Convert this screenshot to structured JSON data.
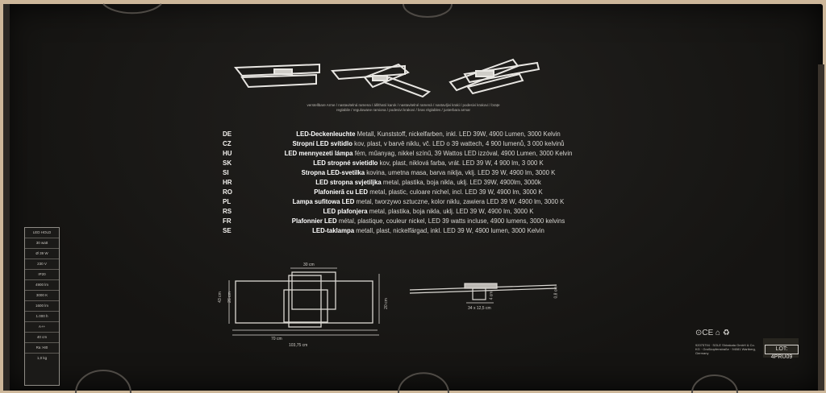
{
  "heading_caption": "verstellbare Arme / nastavitelná ramena / állítható karok / nastavitelné ramená / nastavljivi kraki / podesivi krakovi / brațe reglabile / regulowane ramiona / podesivi krakovi / bras réglables / justerbara armar",
  "languages": [
    {
      "code": "DE",
      "bold": "LED-Deckenleuchte",
      "rest": "Metall, Kunststoff, nickelfarben, inkl. LED 39W, 4900 Lumen, 3000 Kelvin"
    },
    {
      "code": "CZ",
      "bold": "Stropní LED svítidlo",
      "rest": "kov, plast, v barvě niklu, vč. LED o 39 wattech, 4 900 lumenů, 3 000 kelvinů"
    },
    {
      "code": "HU",
      "bold": "LED mennyezeti lámpa",
      "rest": "fém, műanyag, nikkel színű, 39 Wattos LED izzóval, 4900 Lumen, 3000 Kelvin"
    },
    {
      "code": "SK",
      "bold": "LED stropné svietidlo",
      "rest": "kov, plast, niklová farba, vrát. LED 39 W, 4 900 lm, 3 000 K"
    },
    {
      "code": "SI",
      "bold": "Stropna LED-svetilka",
      "rest": "kovina, umetna masa, barva niklja, vklj. LED 39 W, 4900 lm, 3000 K"
    },
    {
      "code": "HR",
      "bold": "LED stropna svjetiljka",
      "rest": "metal, plastika, boja nikla, uklj. LED 39W, 4900lm, 3000k"
    },
    {
      "code": "RO",
      "bold": "Plafonieră cu LED",
      "rest": "metal, plastic, culoare nichel, incl. LED 39 W, 4900 lm, 3000 K"
    },
    {
      "code": "PL",
      "bold": "Lampa sufitowa LED",
      "rest": "metal, tworzywo sztuczne, kolor niklu, zawiera LED 39 W, 4900 lm, 3000 K"
    },
    {
      "code": "RS",
      "bold": "LED plafonjera",
      "rest": "metal, plastika, boja nikla, uklj. LED 39 W, 4900 lm, 3000 K"
    },
    {
      "code": "FR",
      "bold": "Plafonnier LED",
      "rest": "métal, plastique, couleur nickel, LED 39 watts incluse, 4900 lumens, 3000 kelvins"
    },
    {
      "code": "SE",
      "bold": "LED-taklampa",
      "rest": "metall, plast, nickelfärgad, inkl. LED 39 W, 4900 lumen, 3000 Kelvin"
    }
  ],
  "label_panel": [
    "LED HOLD",
    "30 watt",
    "Ø 39 W",
    "230 V",
    "IP20",
    "4900 lm",
    "3000 K",
    "1600 lm",
    "1.000 h",
    "A++",
    "40 cm",
    "Ra >80",
    "1,0 kg"
  ],
  "dimensions": {
    "top_width": "30 cm",
    "height": "43 cm",
    "inner_height": "26 cm",
    "right_height": "20 cm",
    "inner_width": "70 cm",
    "total_width": "103,75 cm",
    "side_height": "4 cm",
    "side_depth": "34 x 12,5 cm",
    "side_right": "0,8 cm"
  },
  "certifications": "⊙CE ⌂ ♻",
  "lot_label": "LOT: 4PRU09",
  "imprint": "92075794 · SOLE Shirakata GmbH & Co. KG · Großkopfenstraße · 94081 Wartberg, Germany"
}
